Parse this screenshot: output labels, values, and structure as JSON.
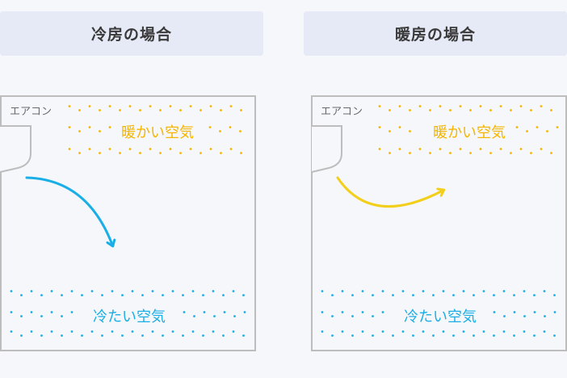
{
  "colors": {
    "background": "#f5f7fa",
    "header_bg": "#e6e9f6",
    "room_border": "#bdbdbd",
    "warm": "#f5b500",
    "warm_arrow": "#f2cf1a",
    "cool": "#1aaee6",
    "cool_arrow": "#1aaee6"
  },
  "panels": [
    {
      "title": "冷房の場合",
      "aircon_label": "エアコン",
      "warm_label": "暖かい空気",
      "cool_label": "冷たい空気",
      "airflow": "down"
    },
    {
      "title": "暖房の場合",
      "aircon_label": "エアコン",
      "warm_label": "暖かい空気",
      "cool_label": "冷たい空気",
      "airflow": "up"
    }
  ]
}
